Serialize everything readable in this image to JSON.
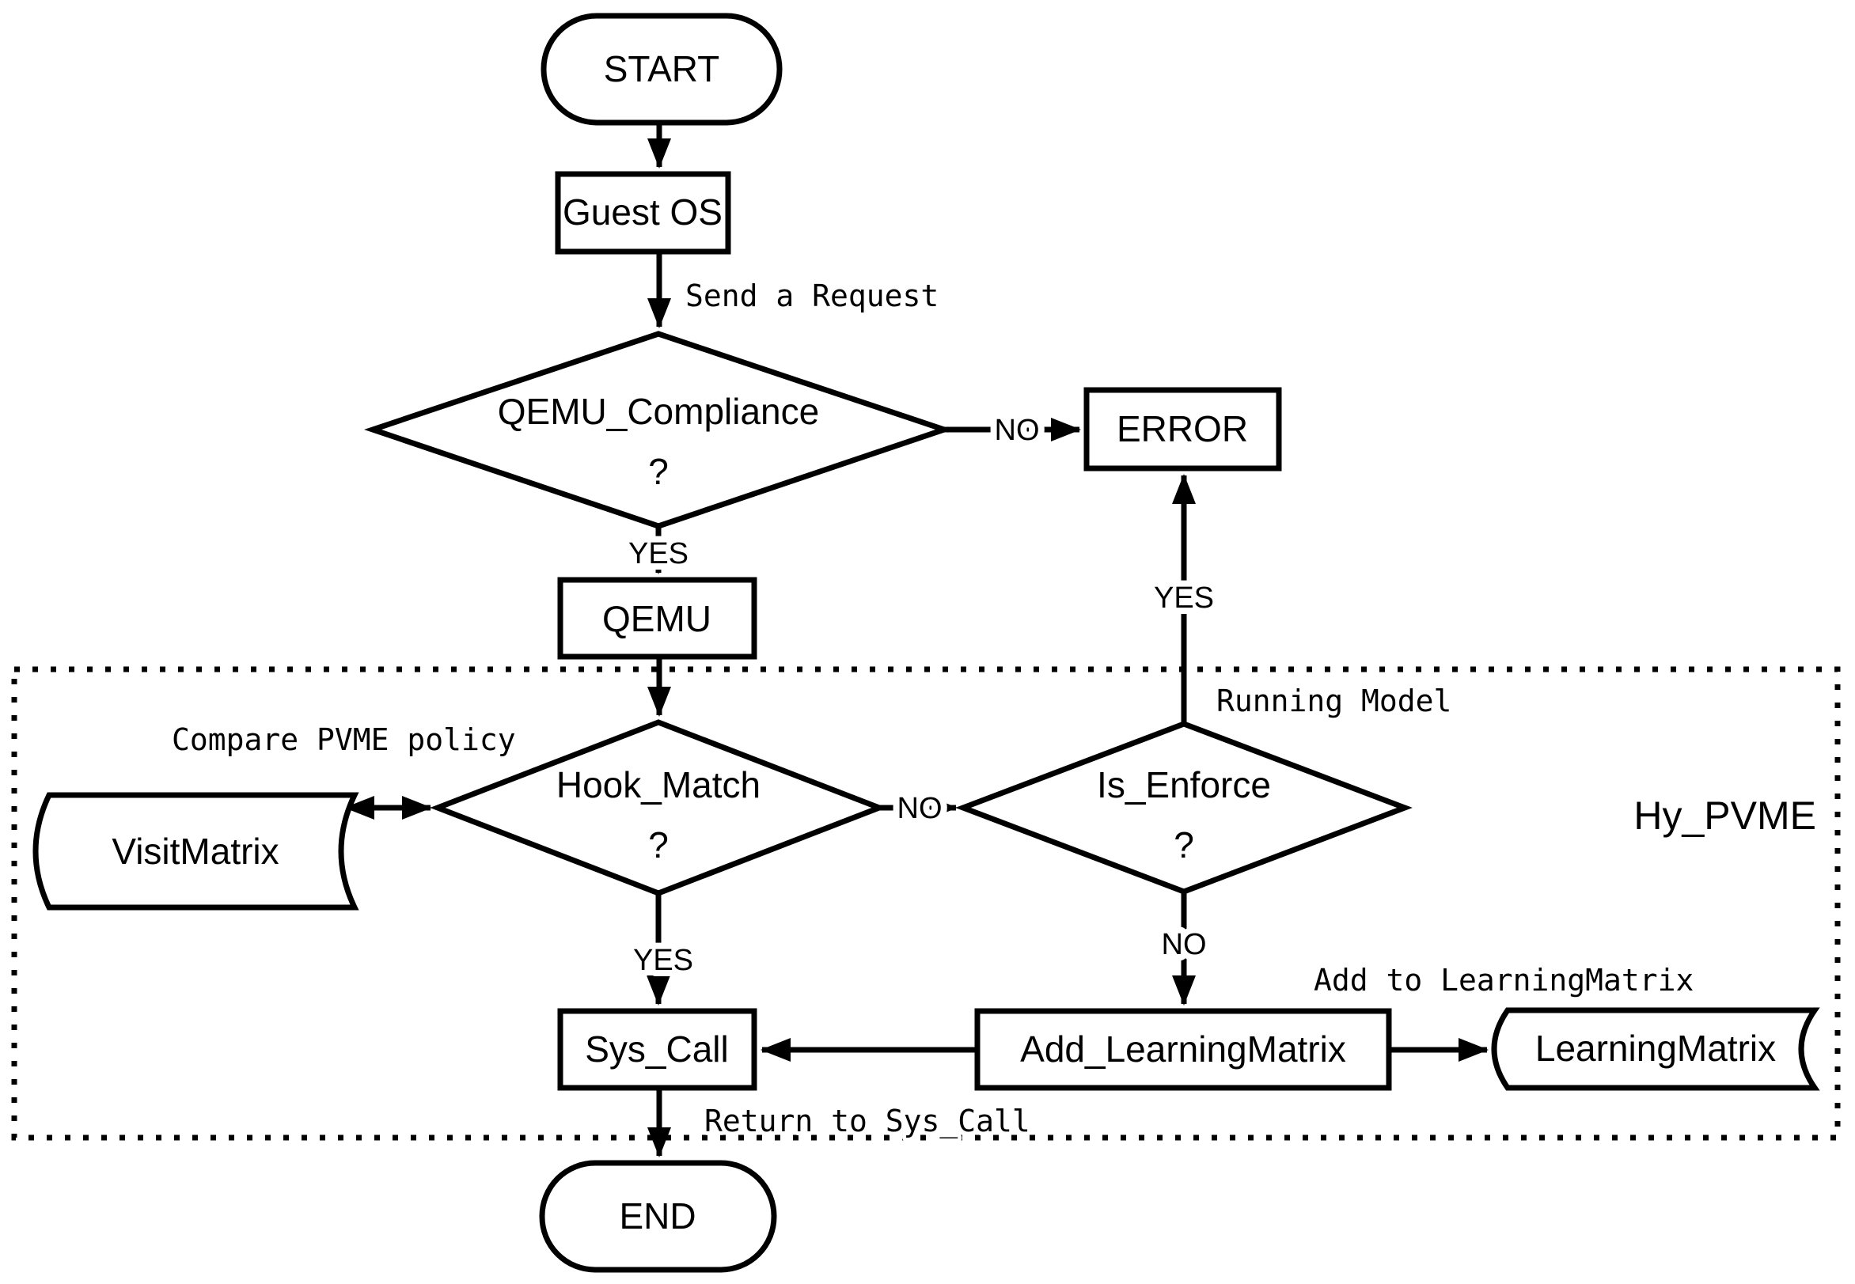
{
  "diagram": {
    "type": "flowchart",
    "region_label": "Hy_PVME",
    "colors": {
      "stroke": "#000000",
      "background": "#ffffff"
    }
  },
  "nodes": {
    "start": {
      "label": "START",
      "shape": "terminator"
    },
    "guest_os": {
      "label": "Guest OS",
      "shape": "process"
    },
    "qemu_compliance": {
      "label": "QEMU_Compliance",
      "suffix": "?",
      "shape": "decision"
    },
    "error": {
      "label": "ERROR",
      "shape": "process"
    },
    "qemu": {
      "label": "QEMU",
      "shape": "process"
    },
    "hook_match": {
      "label": "Hook_Match",
      "suffix": "?",
      "shape": "decision"
    },
    "visit_matrix": {
      "label": "VisitMatrix",
      "shape": "stored_data"
    },
    "is_enforce": {
      "label": "Is_Enforce",
      "suffix": "?",
      "shape": "decision"
    },
    "sys_call": {
      "label": "Sys_Call",
      "shape": "process"
    },
    "add_learning_matrix": {
      "label": "Add_LearningMatrix",
      "shape": "process"
    },
    "learning_matrix": {
      "label": "LearningMatrix",
      "shape": "stored_data"
    },
    "end": {
      "label": "END",
      "shape": "terminator"
    }
  },
  "branch_labels": {
    "yes": "YES",
    "no": "NO"
  },
  "edge_labels": {
    "send_request": "Send a Request",
    "compare_policy": "Compare PVME policy",
    "running_model": "Running Model",
    "add_to_learning": "Add to LearningMatrix",
    "return_to_sys_call": "Return to Sys_Call"
  },
  "edges": [
    {
      "from": "start",
      "to": "guest_os",
      "label": ""
    },
    {
      "from": "guest_os",
      "to": "qemu_compliance",
      "label": "Send a Request"
    },
    {
      "from": "qemu_compliance",
      "to": "error",
      "label": "NO"
    },
    {
      "from": "qemu_compliance",
      "to": "qemu",
      "label": "YES"
    },
    {
      "from": "qemu",
      "to": "hook_match",
      "label": ""
    },
    {
      "from": "hook_match",
      "to": "visit_matrix",
      "label": "Compare PVME policy",
      "bidirectional": true
    },
    {
      "from": "hook_match",
      "to": "is_enforce",
      "label": "NO"
    },
    {
      "from": "is_enforce",
      "to": "error",
      "label": "YES (Running Model)"
    },
    {
      "from": "is_enforce",
      "to": "add_learning_matrix",
      "label": "NO"
    },
    {
      "from": "hook_match",
      "to": "sys_call",
      "label": "YES"
    },
    {
      "from": "add_learning_matrix",
      "to": "sys_call",
      "label": ""
    },
    {
      "from": "add_learning_matrix",
      "to": "learning_matrix",
      "label": "Add to LearningMatrix"
    },
    {
      "from": "sys_call",
      "to": "end",
      "label": "Return to Sys_Call"
    }
  ]
}
